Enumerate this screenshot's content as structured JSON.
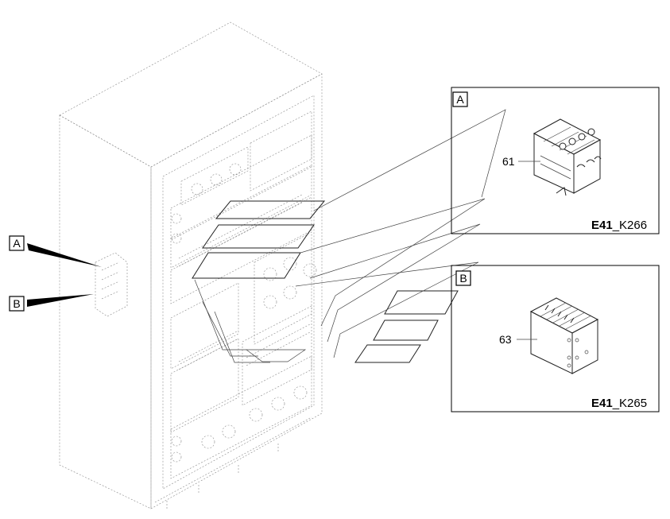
{
  "callouts": {
    "a": "A",
    "b": "B"
  },
  "detail_a": {
    "letter": "A",
    "part_number": "61",
    "code_bold": "E41",
    "code_rest": "_K266"
  },
  "detail_b": {
    "letter": "B",
    "part_number": "63",
    "code_bold": "E41",
    "code_rest": "_K265"
  }
}
